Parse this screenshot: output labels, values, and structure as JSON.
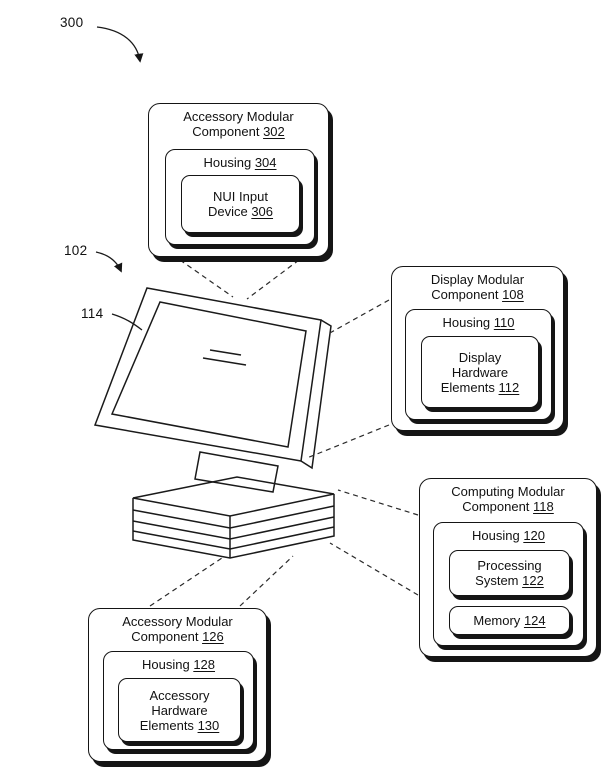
{
  "labels": {
    "ref300": "300",
    "ref102": "102",
    "ref114": "114"
  },
  "b302": {
    "t1": "Accessory Modular",
    "t2": "Component",
    "n": "302",
    "housing": "Housing",
    "housing_n": "304",
    "inner1_l1": "NUI Input",
    "inner1_l2": "Device",
    "inner1_n": "306"
  },
  "b108": {
    "t1": "Display Modular",
    "t2": "Component",
    "n": "108",
    "housing": "Housing",
    "housing_n": "110",
    "inner1_l1": "Display",
    "inner1_l2": "Hardware",
    "inner1_l3": "Elements",
    "inner1_n": "112"
  },
  "b118": {
    "t1": "Computing Modular",
    "t2": "Component",
    "n": "118",
    "housing": "Housing",
    "housing_n": "120",
    "inner1_l1": "Processing",
    "inner1_l2": "System",
    "inner1_n": "122",
    "inner2_l1": "Memory",
    "inner2_n": "124"
  },
  "b126": {
    "t1": "Accessory Modular",
    "t2": "Component",
    "n": "126",
    "housing": "Housing",
    "housing_n": "128",
    "inner1_l1": "Accessory",
    "inner1_l2": "Hardware",
    "inner1_l3": "Elements",
    "inner1_n": "130"
  },
  "colors": {
    "ink": "#151515",
    "background": "#ffffff"
  }
}
